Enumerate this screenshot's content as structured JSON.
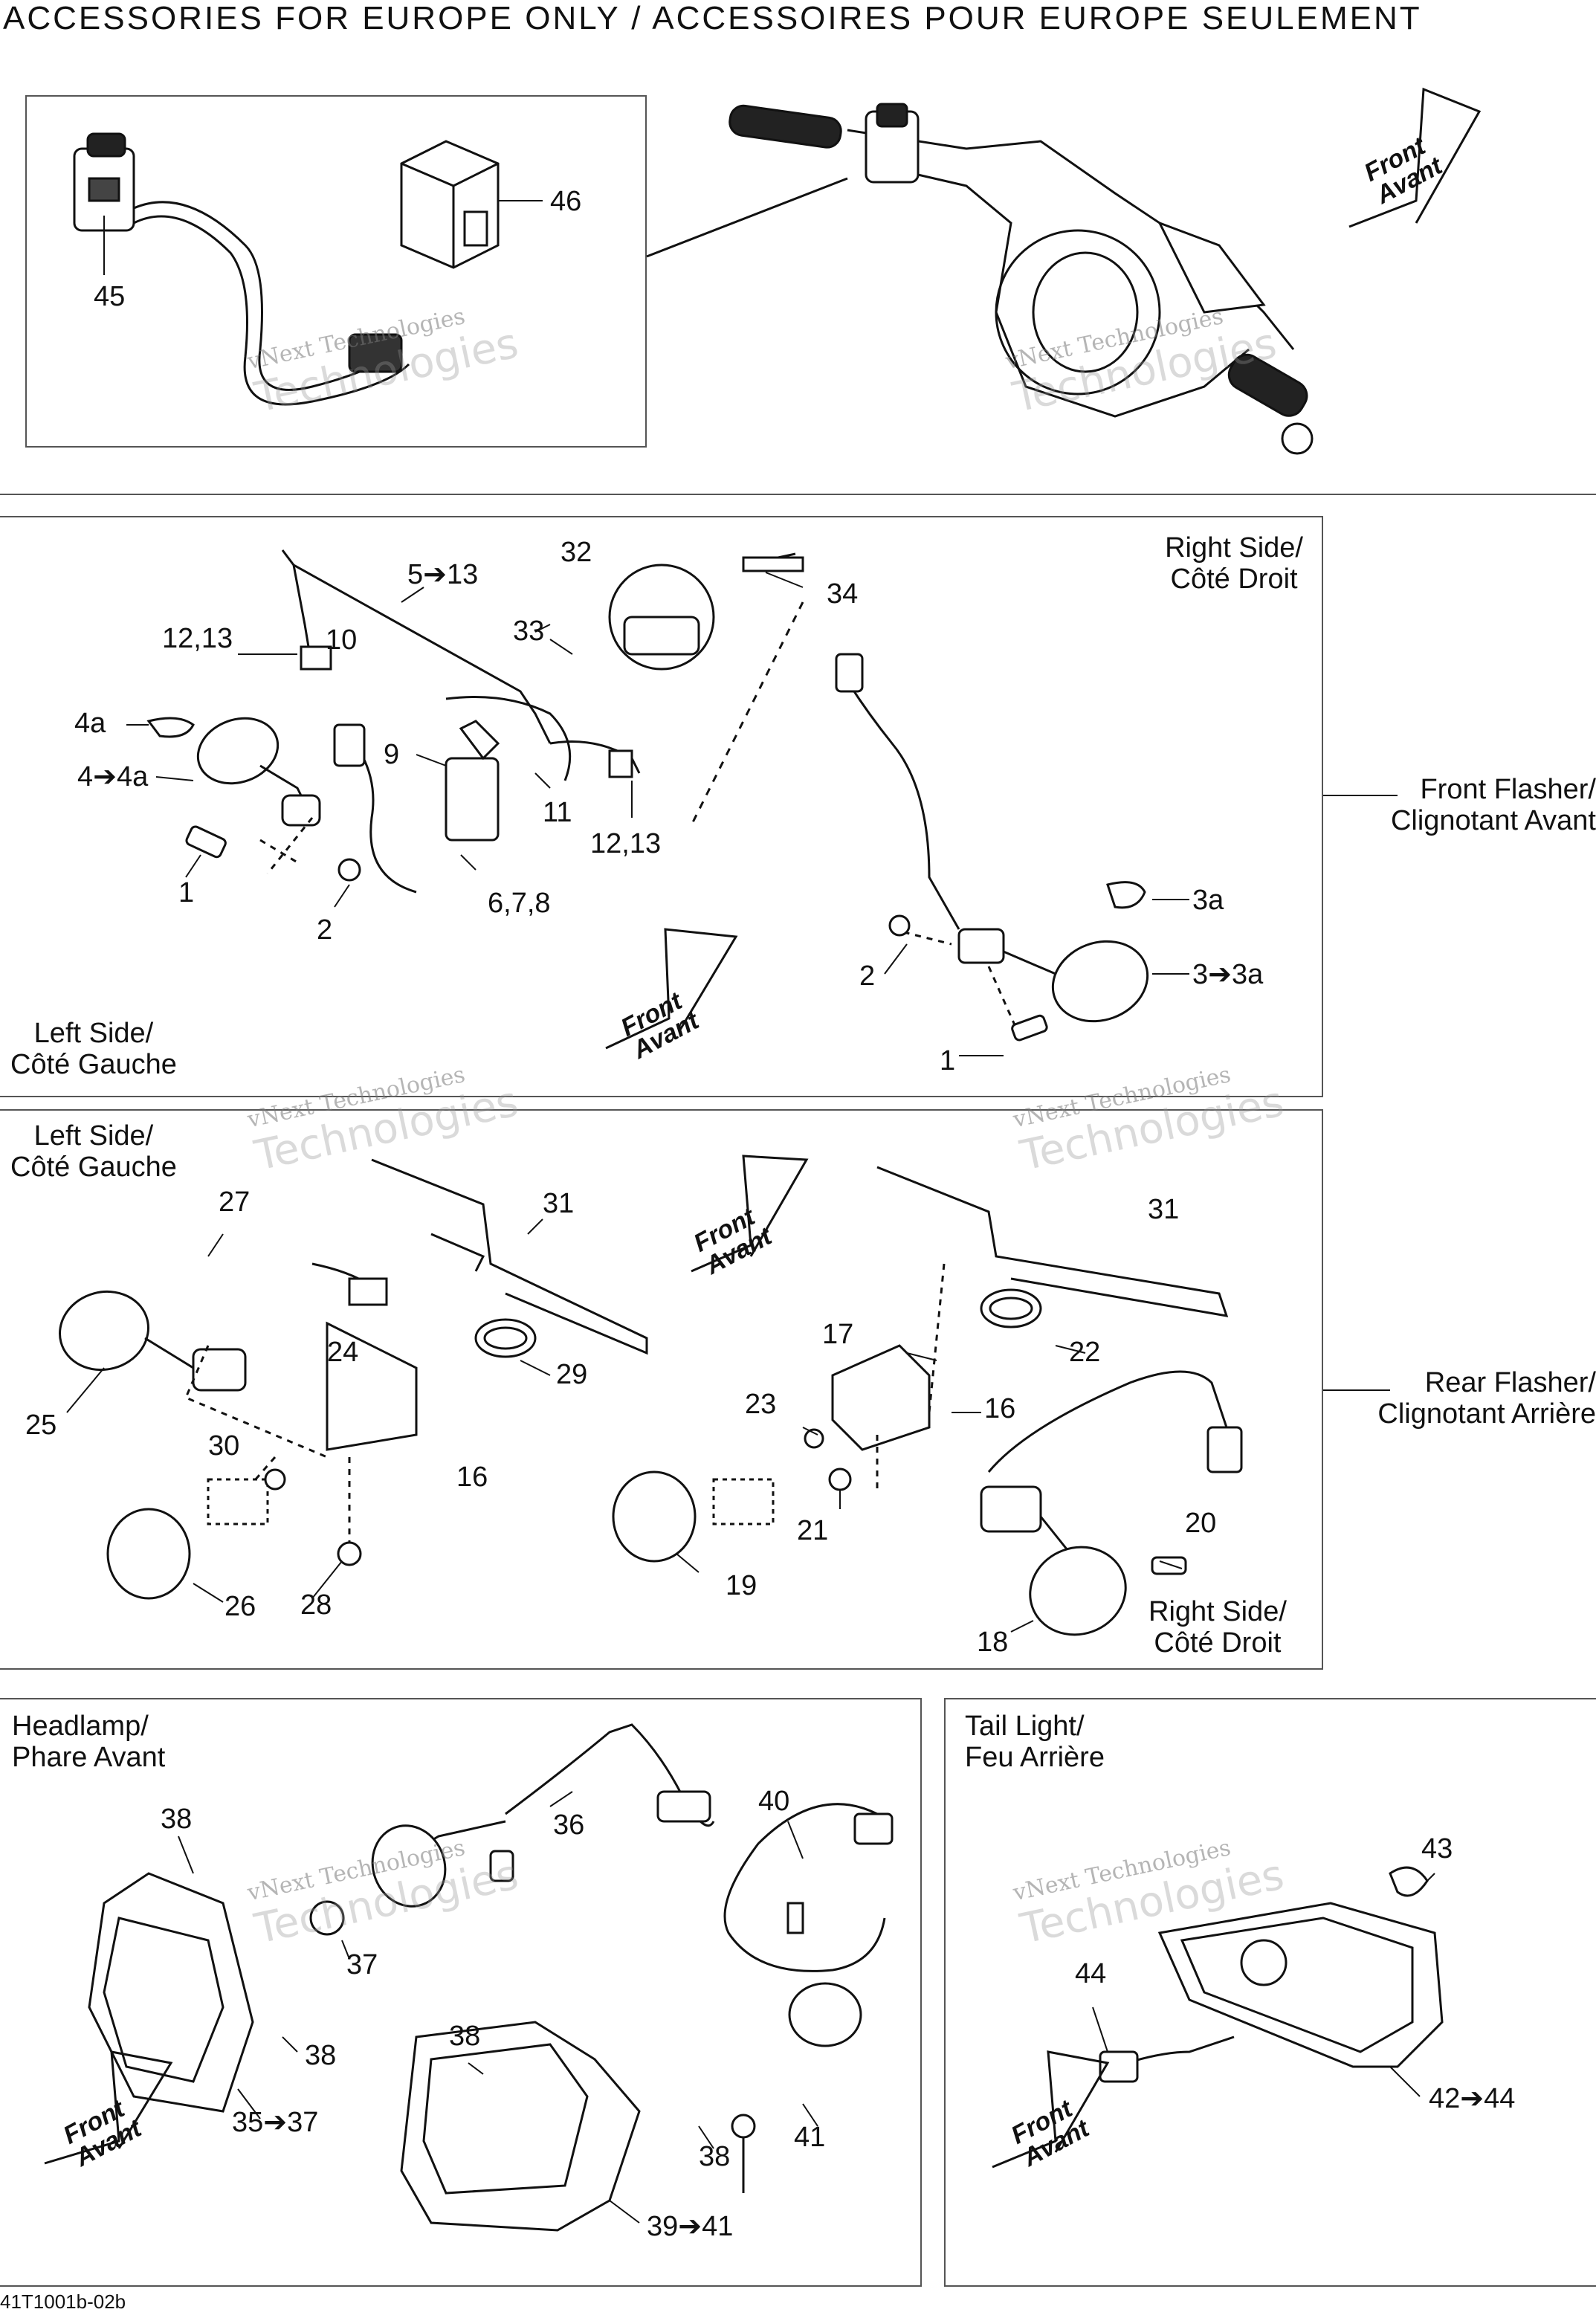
{
  "title": "ACCESSORIES FOR EUROPE ONLY / ACCESSOIRES POUR EUROPE SEULEMENT",
  "watermark": {
    "line1": "vNext Technologies",
    "line2": "Technologies"
  },
  "front_arrow": {
    "line1": "Front",
    "line2": "Avant"
  },
  "sections": {
    "front_flasher": "Front Flasher/\nClignotant Avant",
    "rear_flasher": "Rear Flasher/\nClignotant Arrière",
    "right_side": "Right Side/\nCôté Droit",
    "left_side": "Left Side/\nCôté Gauche",
    "headlamp": "Headlamp/\nPhare Avant",
    "tail_light": "Tail Light/\nFeu Arrière"
  },
  "callouts": {
    "p45": "45",
    "p46": "46",
    "p5_13": "5➔13",
    "p32": "32",
    "p34": "34",
    "p12_13a": "12,13",
    "p10": "10",
    "p33": "33",
    "p4a": "4a",
    "p4_4a": "4➔4a",
    "p9": "9",
    "p11": "11",
    "p12_13b": "12,13",
    "p1a": "1",
    "p2a": "2",
    "p6_7_8": "6,7,8",
    "p3a": "3a",
    "p2b": "2",
    "p3_3a": "3➔3a",
    "p1b": "1",
    "p27": "27",
    "p31a": "31",
    "p31b": "31",
    "p24": "24",
    "p29": "29",
    "p25": "25",
    "p30": "30",
    "p16a": "16",
    "p26": "26",
    "p28": "28",
    "p17": "17",
    "p22": "22",
    "p23": "23",
    "p16b": "16",
    "p21": "21",
    "p20": "20",
    "p19": "19",
    "p18": "18",
    "p38a": "38",
    "p36": "36",
    "p40": "40",
    "p37": "37",
    "p38b": "38",
    "p38c": "38",
    "p35_37": "35➔37",
    "p38d": "38",
    "p41": "41",
    "p39_41": "39➔41",
    "p43": "43",
    "p44": "44",
    "p42_44": "42➔44"
  },
  "footer": "41T1001b-02b"
}
